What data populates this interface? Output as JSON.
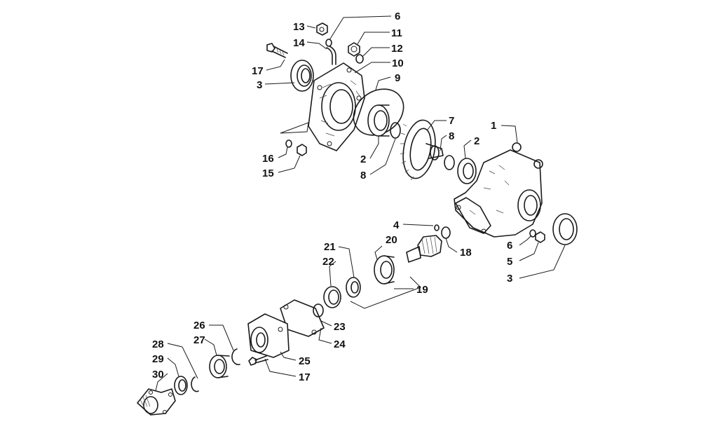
{
  "callouts": [
    {
      "id": "c13",
      "label": "13"
    },
    {
      "id": "c6a",
      "label": "6"
    },
    {
      "id": "c14",
      "label": "14"
    },
    {
      "id": "c11",
      "label": "11"
    },
    {
      "id": "c12",
      "label": "12"
    },
    {
      "id": "c17a",
      "label": "17"
    },
    {
      "id": "c10",
      "label": "10"
    },
    {
      "id": "c3a",
      "label": "3"
    },
    {
      "id": "c9",
      "label": "9"
    },
    {
      "id": "c7",
      "label": "7"
    },
    {
      "id": "c1",
      "label": "1"
    },
    {
      "id": "c8a",
      "label": "8"
    },
    {
      "id": "c2a",
      "label": "2"
    },
    {
      "id": "c16",
      "label": "16"
    },
    {
      "id": "c15",
      "label": "15"
    },
    {
      "id": "c2b",
      "label": "2"
    },
    {
      "id": "c8b",
      "label": "8"
    },
    {
      "id": "c4",
      "label": "4"
    },
    {
      "id": "c21",
      "label": "21"
    },
    {
      "id": "c20",
      "label": "20"
    },
    {
      "id": "c18",
      "label": "18"
    },
    {
      "id": "c6b",
      "label": "6"
    },
    {
      "id": "c5",
      "label": "5"
    },
    {
      "id": "c22",
      "label": "22"
    },
    {
      "id": "c3b",
      "label": "3"
    },
    {
      "id": "c19",
      "label": "19"
    },
    {
      "id": "c23",
      "label": "23"
    },
    {
      "id": "c26",
      "label": "26"
    },
    {
      "id": "c24",
      "label": "24"
    },
    {
      "id": "c28",
      "label": "28"
    },
    {
      "id": "c27",
      "label": "27"
    },
    {
      "id": "c25",
      "label": "25"
    },
    {
      "id": "c29",
      "label": "29"
    },
    {
      "id": "c17b",
      "label": "17"
    },
    {
      "id": "c30",
      "label": "30"
    }
  ]
}
